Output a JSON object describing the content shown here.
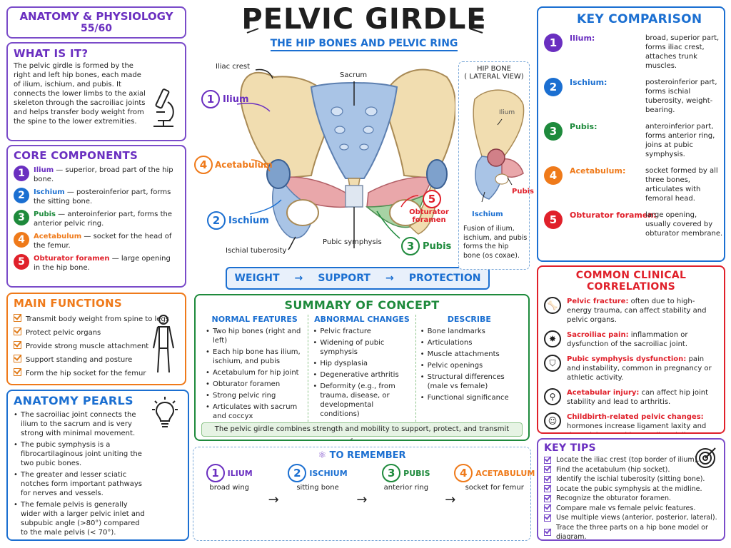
{
  "course": {
    "title": "ANATOMY & PHYSIOLOGY",
    "page": "55/60"
  },
  "header": {
    "title": "PELVIC GIRDLE",
    "subtitle": "THE HIP BONES AND PELVIC RING"
  },
  "colors": {
    "ilium": "#6a2fc0",
    "ischium": "#1b6fd1",
    "pubis": "#1e8a3c",
    "acetabulum": "#ef7a1a",
    "obturator": "#e0202a",
    "bone": "#f1ddb0",
    "sacrum": "#a9c4e6"
  },
  "what_is_it": {
    "title": "WHAT IS IT?",
    "text": "The pelvic girdle is formed by the right and left hip bones, each made of ilium, ischium, and pubis. It connects the lower limbs to the axial skeleton through the sacroiliac joints and helps transfer body weight from the spine to the lower extremities."
  },
  "core": {
    "title": "CORE COMPONENTS",
    "items": [
      {
        "n": "1",
        "name": "Ilium",
        "desc": " — superior, broad part of the hip bone."
      },
      {
        "n": "2",
        "name": "Ischium",
        "desc": " — posteroinferior part, forms the sitting bone."
      },
      {
        "n": "3",
        "name": "Pubis",
        "desc": " — anteroinferior part, forms the anterior pelvic ring."
      },
      {
        "n": "4",
        "name": "Acetabulum",
        "desc": " — socket for the head of the femur."
      },
      {
        "n": "5",
        "name": "Obturator foramen",
        "desc": " — large opening in the hip bone."
      }
    ]
  },
  "functions": {
    "title": "MAIN FUNCTIONS",
    "items": [
      "Transmit body weight from spine to legs",
      "Protect pelvic organs",
      "Provide strong muscle attachment",
      "Support standing and posture",
      "Form the hip socket for the femur"
    ]
  },
  "pearls": {
    "title": "ANATOMY PEARLS",
    "items": [
      "The sacroiliac joint connects the ilium to the sacrum and is very strong with minimal movement.",
      "The pubic symphysis is a fibrocartilaginous joint uniting the two pubic bones.",
      "The greater and lesser sciatic notches form important pathways for nerves and vessels.",
      "The female pelvis is generally wider with a larger pelvic inlet and subpubic angle (>80°) compared to the male pelvis (< 70°)."
    ]
  },
  "diagram": {
    "labels": {
      "iliac_crest": "Iliac crest",
      "sacrum": "Sacrum",
      "ilium": "Ilium",
      "acetabulum": "Acetabulum",
      "ischium": "Ischium",
      "ischial_tuberosity": "Ischial tuberosity",
      "pubic_symphysis": "Pubic symphysis",
      "pubis": "Pubis",
      "obturator": "Obturator foramen"
    },
    "flow": [
      "WEIGHT",
      "SUPPORT",
      "PROTECTION"
    ]
  },
  "lateral": {
    "title": "HIP BONE",
    "subtitle": "( LATERAL VIEW)",
    "labels": {
      "ilium": "Ilium",
      "ischium": "Ischium",
      "pubis": "Pubis"
    },
    "caption": "Fusion of ilium, ischium, and pubis forms the hip bone (os coxae)."
  },
  "comparison": {
    "title": "KEY COMPARISON",
    "items": [
      {
        "n": "1",
        "name": "Ilium:",
        "desc": "broad, superior part, forms iliac crest, attaches trunk muscles."
      },
      {
        "n": "2",
        "name": "Ischium:",
        "desc": "posteroinferior part, forms ischial tuberosity, weight-bearing."
      },
      {
        "n": "3",
        "name": "Pubis:",
        "desc": "anteroinferior part, forms anterior ring, joins at pubic symphysis."
      },
      {
        "n": "4",
        "name": "Acetabulum:",
        "desc": "socket formed by all three bones, articulates with femoral head."
      },
      {
        "n": "5",
        "name": "Obturator foramen:",
        "desc": "large opening, usually covered by obturator membrane."
      }
    ]
  },
  "clinical": {
    "title": "COMMON CLINICAL CORRELATIONS",
    "items": [
      {
        "name": "Pelvic fracture:",
        "desc": " often due to high-energy trauma, can affect stability and pelvic organs."
      },
      {
        "name": "Sacroiliac pain:",
        "desc": " inflammation or dysfunction of the sacroiliac joint."
      },
      {
        "name": "Pubic symphysis dysfunction:",
        "desc": " pain and instability, common in pregnancy or athletic activity."
      },
      {
        "name": "Acetabular injury:",
        "desc": " can affect hip joint stability and lead to arthritis."
      },
      {
        "name": "Childbirth-related pelvic changes:",
        "desc": " hormones increase ligament laxity and the pelvis can widen to allow delivery."
      }
    ]
  },
  "summary": {
    "title": "SUMMARY OF CONCEPT",
    "columns": [
      {
        "title": "NORMAL FEATURES",
        "items": [
          "Two hip bones (right and left)",
          "Each hip bone has ilium, ischium, and pubis",
          "Acetabulum for hip joint",
          "Obturator foramen",
          "Strong pelvic ring",
          "Articulates with sacrum and coccyx"
        ]
      },
      {
        "title": "ABNORMAL CHANGES",
        "items": [
          "Pelvic fracture",
          "Widening of pubic symphysis",
          "Hip dysplasia",
          "Degenerative arthritis",
          "Deformity (e.g., from trauma, disease, or developmental conditions)"
        ]
      },
      {
        "title": "DESCRIBE",
        "items": [
          "Bone landmarks",
          "Articulations",
          "Muscle attachments",
          "Pelvic openings",
          "Structural differences (male vs female)",
          "Functional significance"
        ]
      }
    ],
    "footer": "The pelvic girdle combines strength and mobility to support, protect, and transmit forces."
  },
  "remember": {
    "title": "TO REMEMBER",
    "items": [
      {
        "n": "1",
        "name": "ILIUM",
        "caption": "broad wing"
      },
      {
        "n": "2",
        "name": "ISCHIUM",
        "caption": "sitting bone"
      },
      {
        "n": "3",
        "name": "PUBIS",
        "caption": "anterior ring"
      },
      {
        "n": "4",
        "name": "ACETABULUM",
        "caption": "socket for femur"
      }
    ]
  },
  "tips": {
    "title": "KEY TIPS",
    "items": [
      "Locate the iliac crest (top border of ilium).",
      "Find the acetabulum (hip socket).",
      "Identify the ischial tuberosity (sitting bone).",
      "Locate the pubic symphysis at the midline.",
      "Recognize the obturator foramen.",
      "Compare male vs female pelvic features.",
      "Use multiple views (anterior, posterior, lateral).",
      "Trace the three parts on a hip bone model or diagram."
    ]
  }
}
